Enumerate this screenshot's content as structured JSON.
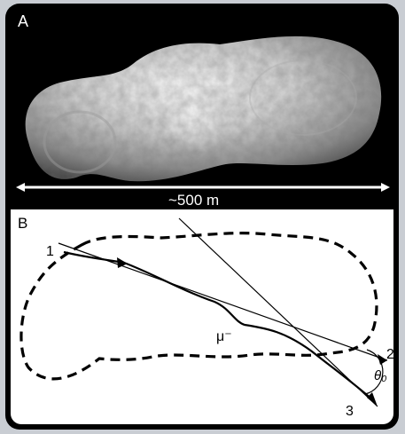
{
  "panel_a": {
    "label": "A",
    "scale_text": "~500 m"
  },
  "panel_b": {
    "label": "B",
    "track_labels": [
      "1",
      "2",
      "3"
    ],
    "particle_label": "μ⁻",
    "angle_label": "θ₀"
  },
  "icons": {
    "asteroid": "asteroid-image",
    "scale_bar": "double-arrow-line"
  },
  "colors": {
    "background": "#000000",
    "panel_b_background": "#ffffff",
    "outline": "#000000"
  }
}
